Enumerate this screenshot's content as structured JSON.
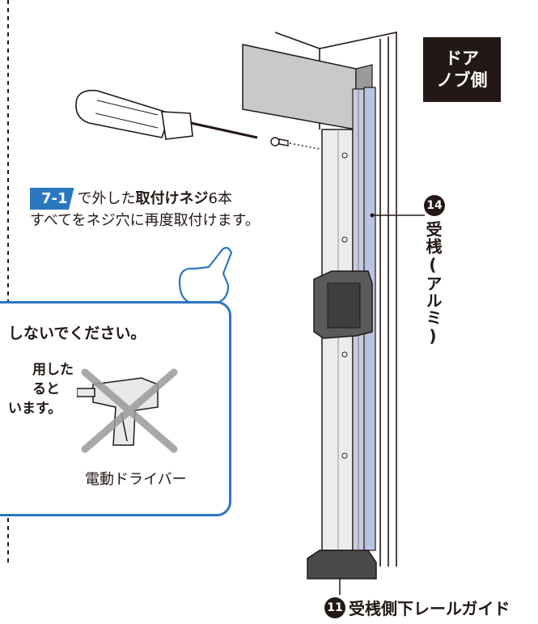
{
  "side_badge": {
    "line1": "ドア",
    "line2": "ノブ側"
  },
  "instruction": {
    "step": "7-1",
    "part1": "で外した",
    "bold": "取付けネジ",
    "part2": "6本",
    "line2": "すべてをネジ穴に再度取付けます。"
  },
  "part14": {
    "number": "14",
    "label": "受桟(アルミ)"
  },
  "warning": {
    "title": "しないでください。",
    "body_line1": "用した",
    "body_line2": "ると",
    "body_line3": "います。",
    "drill_caption": "電動ドライバー"
  },
  "part11": {
    "number": "11",
    "label": "受桟側下レールガイド"
  },
  "colors": {
    "accent_blue": "#2a77c0",
    "dark": "#231815",
    "rail_blue": "#b8c3e6"
  }
}
